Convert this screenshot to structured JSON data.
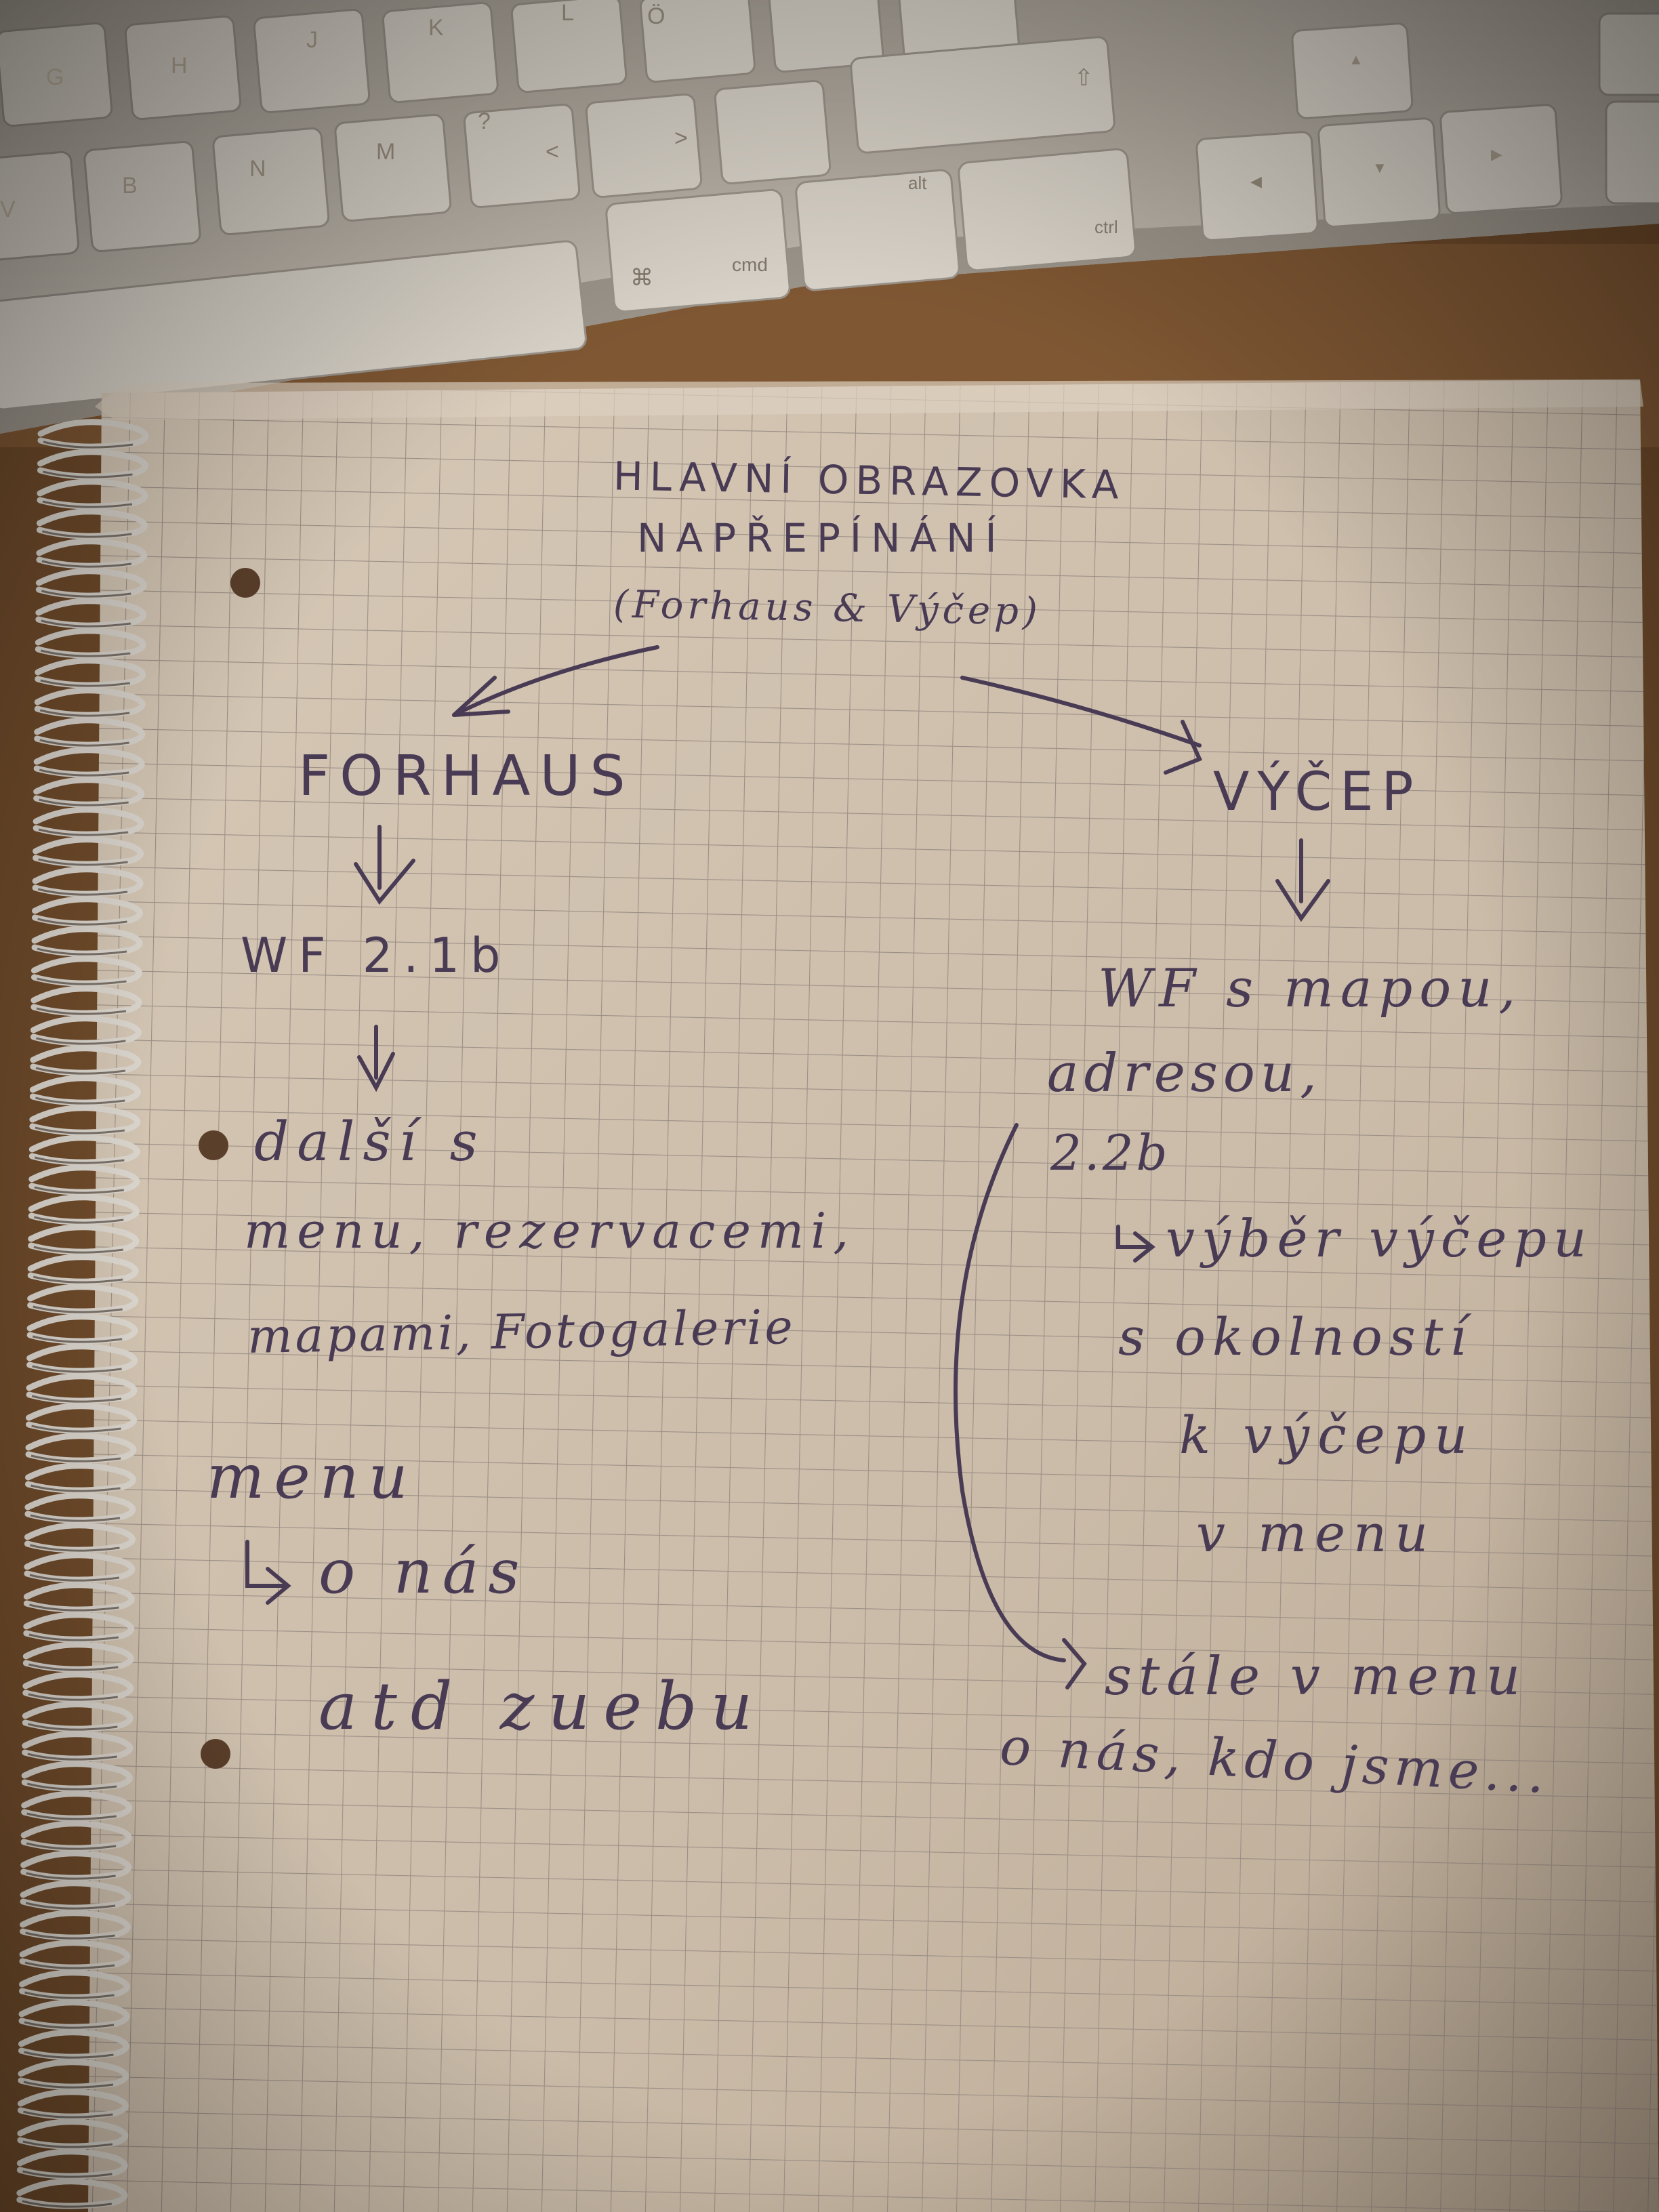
{
  "keyboard": {
    "keys": [
      "G",
      "H",
      "J",
      "K",
      "L",
      "Ö",
      "V",
      "B",
      "N",
      "M",
      "?",
      "<",
      ">",
      "⌘",
      "cmd",
      "alt",
      "ctrl",
      "⇧",
      "▲",
      "◀",
      "▼",
      "▶"
    ]
  },
  "notes": {
    "title_line1": "HLAVNÍ OBRAZOVKA",
    "title_line2": "NAPŘEPÍNÁNÍ",
    "title_line3": "(Forhaus & Výčep)",
    "left": {
      "heading": "FORHAUS",
      "step1": "WF 2.1b",
      "step2_line1": "další s",
      "step2_line2": "menu, rezervacemi,",
      "step2_line3": "mapami, Fotogalerie",
      "menu_label": "menu",
      "menu_item1": "o nás",
      "menu_item2": "atd zuebu"
    },
    "right": {
      "heading": "VÝČEP",
      "step1_line1": "WF s mapou,",
      "step1_line2": "adresou,",
      "step1_line3": "2.2b",
      "sub_line1": "výběr výčepu",
      "sub_line2": "s okolností",
      "sub_line3": "k výčepu",
      "sub_line4": "v menu",
      "sub2_line1": "stále v menu",
      "sub2_line2": "o nás, kdo jsme..."
    }
  },
  "colors": {
    "ink": "#4a3b55",
    "paper": "#cfc0ae",
    "grid": "#9c8f86",
    "table": "#6e4a2a",
    "keyboard": "#bdb6ab"
  }
}
